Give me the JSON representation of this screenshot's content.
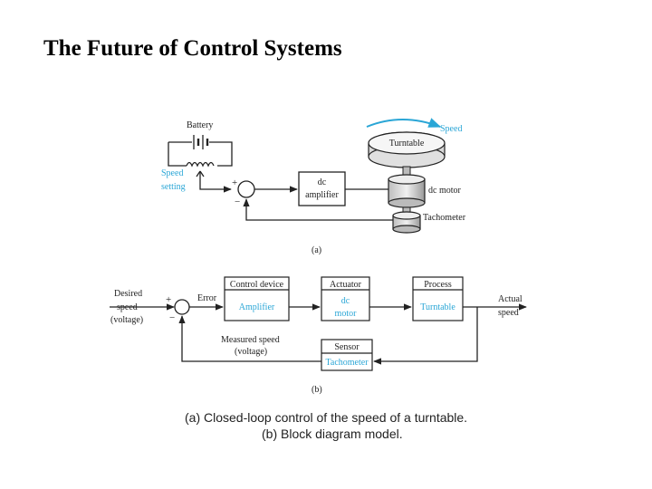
{
  "slide": {
    "title": "The Future of Control Systems"
  },
  "diagram_a": {
    "battery": "Battery",
    "speed_arrow": "Speed",
    "turntable": "Turntable",
    "speed_setting_1": "Speed",
    "speed_setting_2": "setting",
    "plus": "+",
    "minus": "−",
    "amp_1": "dc",
    "amp_2": "amplifier",
    "dc_motor": "dc motor",
    "tachometer": "Tachometer",
    "label": "(a)"
  },
  "diagram_b": {
    "desired_1": "Desired",
    "desired_2": "speed",
    "desired_3": "(voltage)",
    "plus": "+",
    "minus": "−",
    "error": "Error",
    "control_device": "Control device",
    "amplifier": "Amplifier",
    "actuator": "Actuator",
    "actuator_body_1": "dc",
    "actuator_body_2": "motor",
    "process": "Process",
    "process_body": "Turntable",
    "actual_1": "Actual",
    "actual_2": "speed",
    "measured_1": "Measured speed",
    "measured_2": "(voltage)",
    "sensor": "Sensor",
    "sensor_body": "Tachometer",
    "label": "(b)"
  },
  "caption": {
    "line1": "(a) Closed-loop control of the speed of a turntable.",
    "line2": "(b) Block diagram model."
  },
  "colors": {
    "accent": "#2aa6d6",
    "ink": "#222222"
  }
}
